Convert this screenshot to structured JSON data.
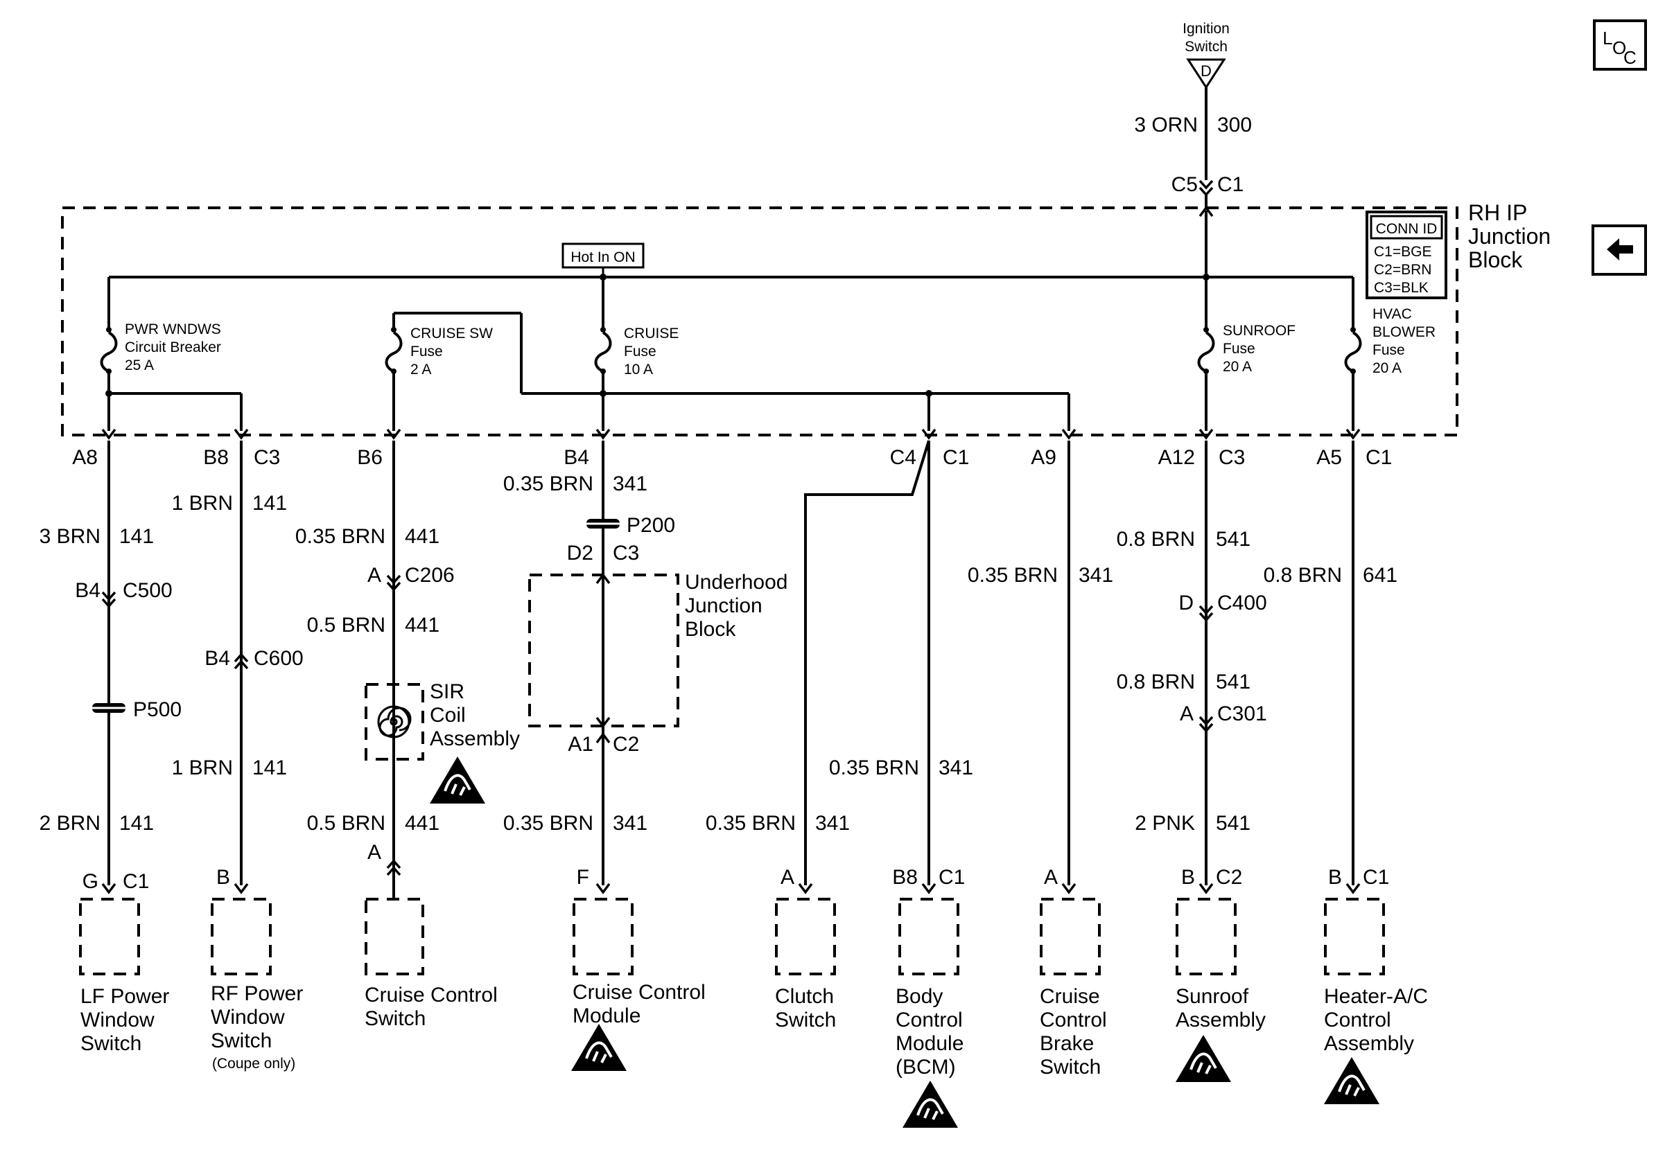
{
  "source": {
    "label_1": "Ignition",
    "label_2": "Switch",
    "pin": "D",
    "wire_size_color": "3 ORN",
    "circuit": "300",
    "conn_left": "C5",
    "conn_right": "C1"
  },
  "junction_block": {
    "name_1": "RH IP",
    "name_2": "Junction",
    "name_3": "Block",
    "hot_label": "Hot In ON",
    "conn_id": {
      "title": "CONN ID",
      "c1": "C1=BGE",
      "c2": "C2=BRN",
      "c3": "C3=BLK"
    },
    "fuses": [
      {
        "l1": "PWR WNDWS",
        "l2": "Circuit Breaker",
        "l3": "25 A"
      },
      {
        "l1": "CRUISE SW",
        "l2": "Fuse",
        "l3": "2 A"
      },
      {
        "l1": "CRUISE",
        "l2": "Fuse",
        "l3": "10 A"
      },
      {
        "l1": "SUNROOF",
        "l2": "Fuse",
        "l3": "20 A"
      },
      {
        "l1": "HVAC",
        "l2": "BLOWER",
        "l3": "Fuse",
        "l4": "20 A"
      }
    ],
    "pins": [
      "A8",
      "B8",
      "C3",
      "B6",
      "B4",
      "C4",
      "C1",
      "A9",
      "A12",
      "C3",
      "A5",
      "C1"
    ]
  },
  "circuits": {
    "lf": {
      "w1": "3 BRN",
      "c1": "141",
      "conn_pin": "B4",
      "conn": "C500",
      "splice": "P500",
      "w2": "2 BRN",
      "c2": "141",
      "dev_pin": "G",
      "dev_conn": "C1",
      "n1": "LF Power",
      "n2": "Window",
      "n3": "Switch"
    },
    "rf": {
      "w1": "1 BRN",
      "c1": "141",
      "conn_pin": "B4",
      "conn": "C600",
      "w2": "1 BRN",
      "c2": "141",
      "dev_pin": "B",
      "n1": "RF Power",
      "n2": "Window",
      "n3": "Switch",
      "n4": "(Coupe only)"
    },
    "sw": {
      "w1": "0.35 BRN",
      "c1": "441",
      "conn_pin": "A",
      "conn": "C206",
      "w2": "0.5 BRN",
      "c2": "441",
      "sir1": "SIR",
      "sir2": "Coil",
      "sir3": "Assembly",
      "w3": "0.5 BRN",
      "c3": "441",
      "dev_pin": "A",
      "n1": "Cruise Control",
      "n2": "Switch"
    },
    "mod": {
      "w1": "0.35 BRN",
      "c1": "341",
      "splice": "P200",
      "pin_l": "D2",
      "pin_r": "C3",
      "uj1": "Underhood",
      "uj2": "Junction",
      "uj3": "Block",
      "pin2_l": "A1",
      "pin2_r": "C2",
      "w2": "0.35 BRN",
      "c2": "341",
      "dev_pin": "F",
      "n1": "Cruise Control",
      "n2": "Module"
    },
    "clutch": {
      "w1": "0.35 BRN",
      "c1": "341",
      "dev_pin": "A",
      "n1": "Clutch",
      "n2": "Switch"
    },
    "bcm": {
      "w1": "0.35 BRN",
      "c1": "341",
      "dev_pin": "B8",
      "dev_conn": "C1",
      "n1": "Body",
      "n2": "Control",
      "n3": "Module",
      "n4": "(BCM)"
    },
    "brake": {
      "w1": "0.35 BRN",
      "c1": "341",
      "dev_pin": "A",
      "n1": "Cruise",
      "n2": "Control",
      "n3": "Brake",
      "n4": "Switch"
    },
    "sunroof": {
      "w1": "0.8 BRN",
      "c1": "541",
      "conn_pin": "D",
      "conn": "C400",
      "w2": "0.8 BRN",
      "c2": "541",
      "conn2_pin": "A",
      "conn2": "C301",
      "w3": "2 PNK",
      "c3": "541",
      "dev_pin": "B",
      "dev_conn": "C2",
      "n1": "Sunroof",
      "n2": "Assembly"
    },
    "hvac": {
      "w1": "0.8 BRN",
      "c1": "641",
      "dev_pin": "B",
      "dev_conn": "C1",
      "n1": "Heater-A/C",
      "n2": "Control",
      "n3": "Assembly"
    }
  },
  "icons": {
    "loc": {
      "l": "L",
      "o": "O",
      "c": "C"
    },
    "back": "left-arrow-icon",
    "esd": "esd-warning-icon"
  }
}
